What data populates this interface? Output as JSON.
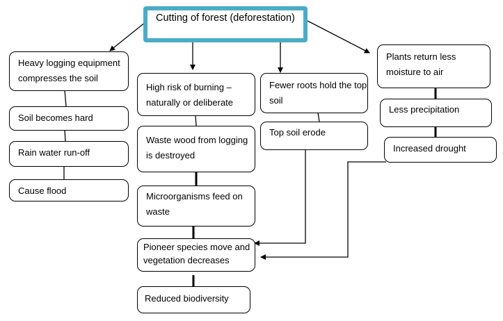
{
  "root": {
    "label": "Cutting of forest (deforestation)"
  },
  "branches": {
    "left": [
      {
        "label": "Heavy logging equipment compresses the soil"
      },
      {
        "label": "Soil becomes hard"
      },
      {
        "label": "Rain water run-off"
      },
      {
        "label": "Cause flood"
      }
    ],
    "center": [
      {
        "label": "High risk of burning – naturally or deliberate"
      },
      {
        "label": "Waste wood from logging is destroyed"
      },
      {
        "label": "Microorganisms feed on waste"
      },
      {
        "label": "Pioneer species move and vegetation decreases"
      },
      {
        "label": "Reduced biodiversity"
      }
    ],
    "middle_right": [
      {
        "label": "Fewer roots hold the top soil"
      },
      {
        "label": "Top soil erode"
      }
    ],
    "right": [
      {
        "label": "Plants return less moisture to air"
      },
      {
        "label": "Less precipitation"
      },
      {
        "label": "Increased drought"
      }
    ]
  },
  "colors": {
    "root_border": "#4bacc6",
    "line": "#000000"
  }
}
